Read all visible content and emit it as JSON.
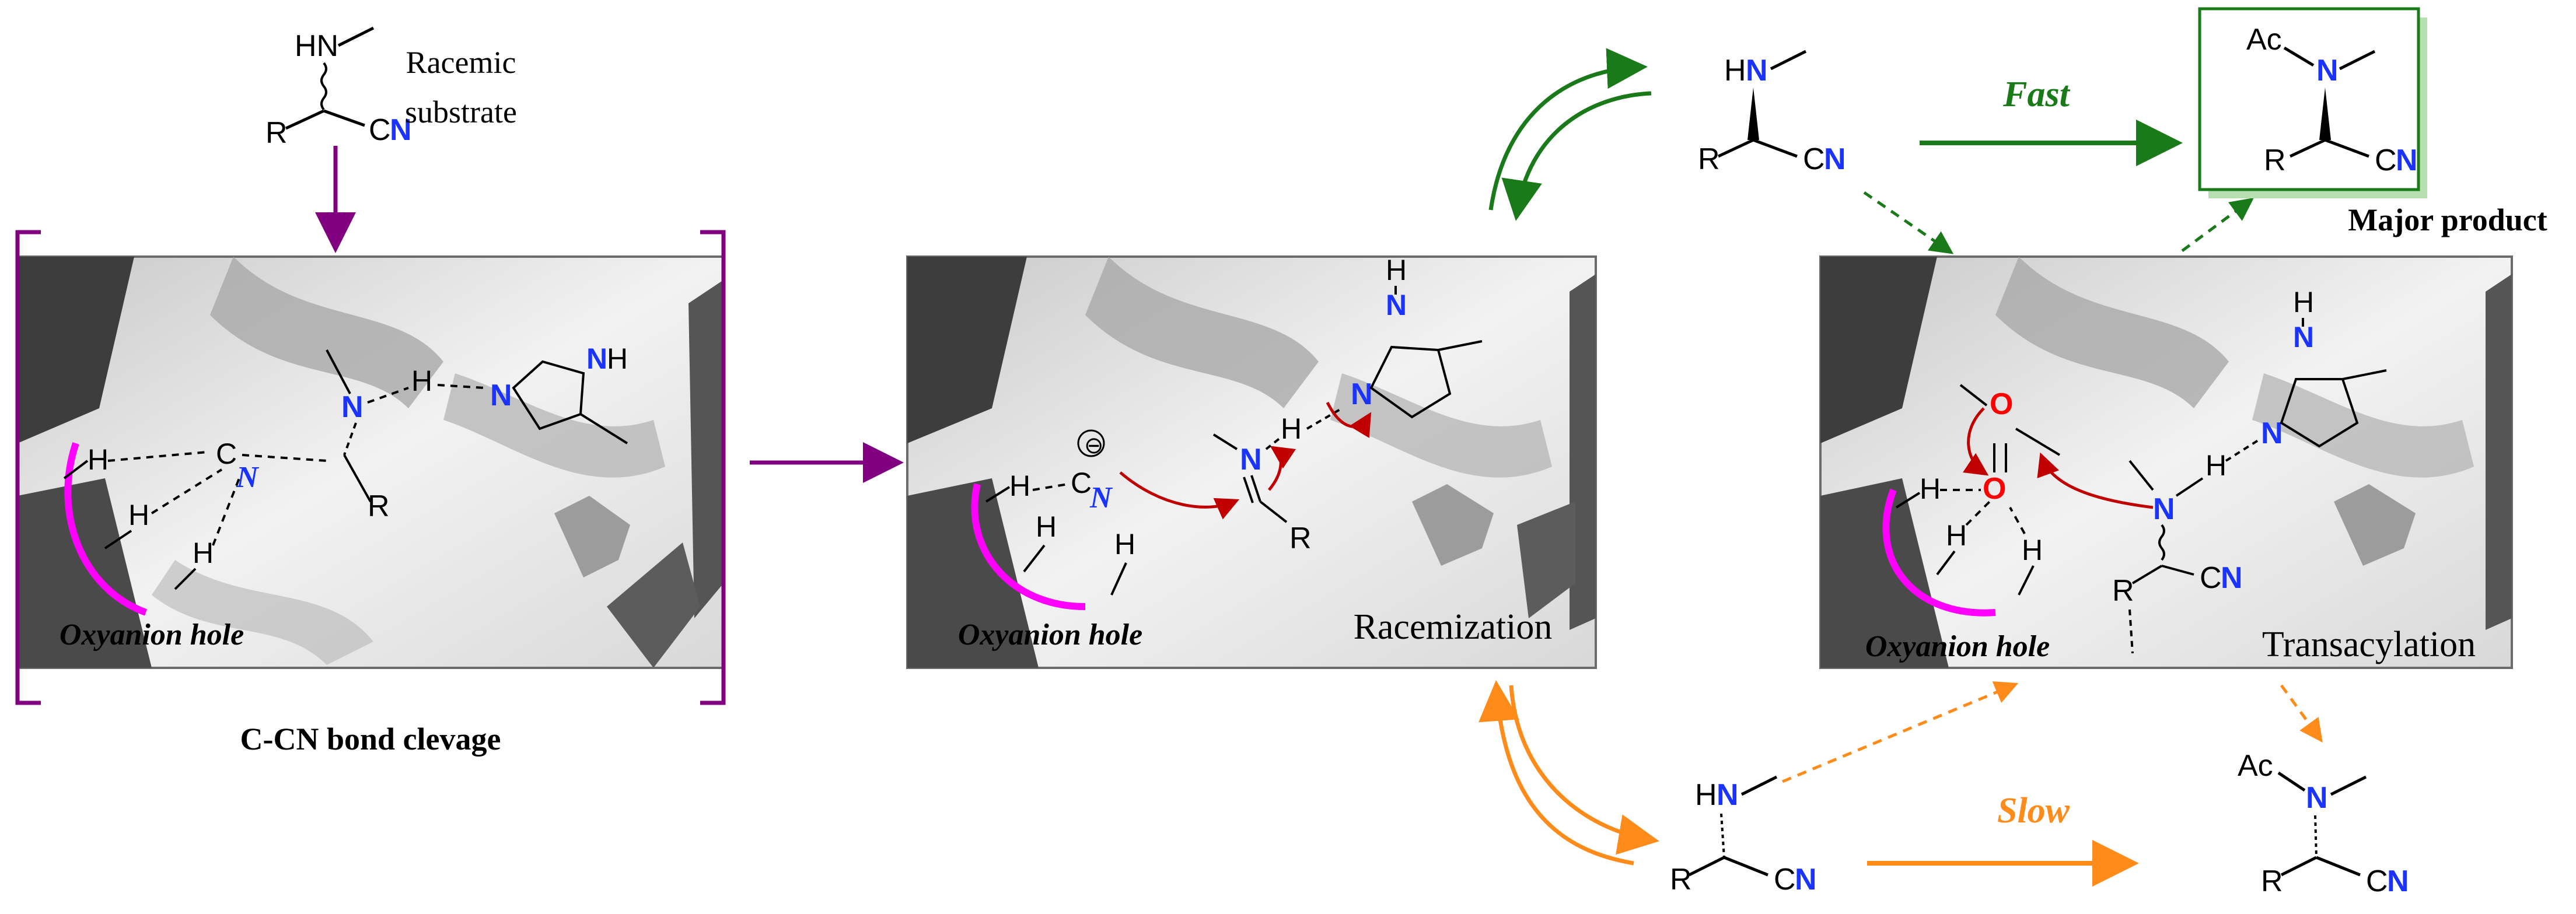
{
  "colors": {
    "purple": "#800080",
    "green": "#1a7a1a",
    "orange": "#ff8c1a",
    "dark_red": "#c00000",
    "blue": "#1a33ff",
    "magenta": "#ff00ff",
    "red": "#ff0000",
    "box_border": "#6b6b6b",
    "product_shadow": "#b7e0b0"
  },
  "labels": {
    "racemic_substrate_line1": "Racemic",
    "racemic_substrate_line2": "substrate",
    "bond_cleavage": "C-CN bond clevage",
    "fast": "Fast",
    "slow": "Slow",
    "major_product": "Major product",
    "racemization": "Racemization",
    "transacylation": "Transacylation",
    "oxyanion_hole": "Oxyanion hole"
  },
  "atoms": {
    "H": "H",
    "N": "N",
    "HN": "HN",
    "NH": "NH",
    "C": "C",
    "CN": "CN",
    "R": "R",
    "Ac": "Ac",
    "O": "O",
    "minus": "⊖"
  },
  "icons": {
    "protein_background": "protein-ribbon-texture",
    "arrows": [
      "reaction-arrow",
      "equilibrium-arrow",
      "dashed-arrow",
      "curved-electron-arrow"
    ]
  }
}
